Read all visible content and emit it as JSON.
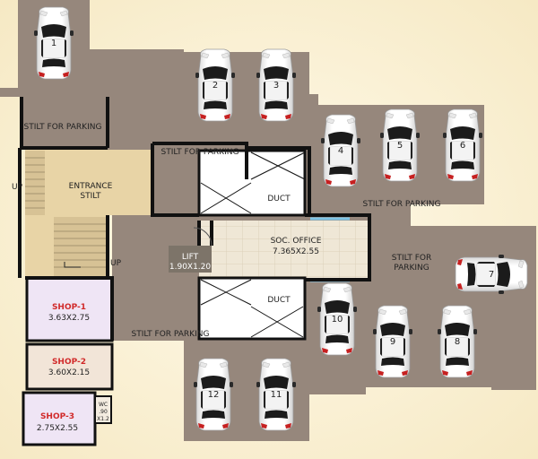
{
  "colors": {
    "background": "#fbf3dc",
    "stilt_floor": "#96877c",
    "entrance_floor": "#e8d4a6",
    "shop_floor": "#efe5f5",
    "office_tile": "#efe7d6",
    "wall": "#111111",
    "shop_label": "#d12a2a",
    "glass": "#7ec6e8"
  },
  "labels": {
    "stilt_top_left": "STILT FOR PARKING",
    "stilt_top_middle": "STILT FOR PARKING",
    "stilt_right_row": "STILT FOR PARKING",
    "stilt_right_line1": "STILT FOR",
    "stilt_right_line2": "PARKING",
    "stilt_bottom": "STILT FOR PARKING",
    "entrance_line1": "ENTRANCE",
    "entrance_line2": "STILT",
    "up_left": "UP",
    "up_stair": "UP",
    "duct_top": "DUCT",
    "duct_bottom": "DUCT",
    "office_name": "SOC. OFFICE",
    "office_size": "7.365X2.55",
    "lift_name": "LIFT",
    "lift_size": "1.90X1.20",
    "wc_line1": "WC",
    "wc_line2": ".90",
    "wc_line3": "X1.2"
  },
  "shops": [
    {
      "name": "SHOP-1",
      "size": "3.63X2.75"
    },
    {
      "name": "SHOP-2",
      "size": "3.60X2.15"
    },
    {
      "name": "SHOP-3",
      "size": "2.75X2.55"
    }
  ],
  "cars": [
    "1",
    "2",
    "3",
    "4",
    "5",
    "6",
    "7",
    "8",
    "9",
    "10",
    "11",
    "12"
  ]
}
